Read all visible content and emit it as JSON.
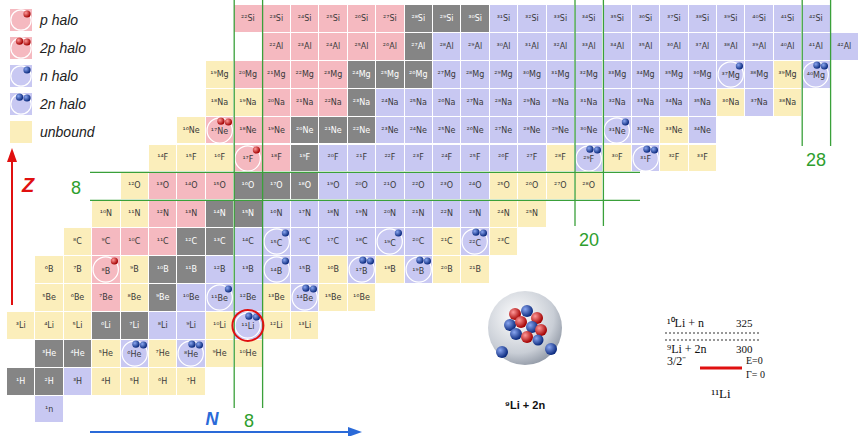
{
  "diagram": {
    "nodes": [
      {
        "text": [
          "²²Si"
        ]
      },
      {
        "text": [
          "²³Si"
        ]
      },
      {
        "text": [
          "²⁴Si"
        ]
      },
      {
        "text": [
          "²⁵Si"
        ]
      },
      {
        "text": [
          "²⁶Si"
        ]
      },
      {
        "text": [
          "²⁷Si"
        ]
      },
      {
        "text": [
          "²⁸Si"
        ]
      },
      {
        "text": [
          "²⁹Si"
        ]
      },
      {
        "text": [
          "³⁰Si"
        ]
      },
      {
        "text": [
          "³¹Si"
        ]
      },
      {
        "text": [
          "³²Si"
        ]
      },
      {
        "text": [
          "³³Si"
        ]
      },
      {
        "text": [
          "³⁴Si"
        ]
      },
      {
        "text": [
          "³⁵Si"
        ]
      },
      {
        "text": [
          "³⁶Si"
        ]
      },
      {
        "text": [
          "³⁷Si"
        ]
      },
      {
        "text": [
          "³⁸Si"
        ]
      },
      {
        "text": [
          "³⁹Si"
        ]
      },
      {
        "text": [
          "⁴⁰Si"
        ]
      },
      {
        "text": [
          "⁴¹Si"
        ]
      },
      {
        "text": [
          "⁴²Si"
        ]
      },
      {
        "text": [
          "²²Al"
        ]
      },
      {
        "text": [
          "²³Al"
        ]
      },
      {
        "text": [
          "²⁴Al"
        ]
      },
      {
        "text": [
          "²⁵Al"
        ]
      },
      {
        "text": [
          "²⁶Al"
        ]
      },
      {
        "text": [
          "²⁷Al"
        ]
      },
      {
        "text": [
          "²⁸Al"
        ]
      },
      {
        "text": [
          "²⁹Al"
        ]
      },
      {
        "text": [
          "³⁰Al"
        ]
      },
      {
        "text": [
          "³¹Al"
        ]
      },
      {
        "text": [
          "³²Al"
        ]
      },
      {
        "text": [
          "³³Al"
        ]
      },
      {
        "text": [
          "³⁴Al"
        ]
      },
      {
        "text": [
          "³⁵Al"
        ]
      },
      {
        "text": [
          "³⁶Al"
        ]
      },
      {
        "text": [
          "³⁷Al"
        ]
      },
      {
        "text": [
          "³⁸Al"
        ]
      },
      {
        "text": [
          "³⁹Al"
        ]
      },
      {
        "text": [
          "⁴⁰Al"
        ]
      },
      {
        "text": [
          "⁴¹Al"
        ]
      },
      {
        "text": [
          "⁴²Al"
        ]
      },
      {
        "text": [
          "¹⁹Mg"
        ]
      },
      {
        "text": [
          "²⁰Mg"
        ]
      },
      {
        "text": [
          "²¹Mg"
        ]
      },
      {
        "text": [
          "²²Mg"
        ]
      },
      {
        "text": [
          "²³Mg"
        ]
      },
      {
        "text": [
          "²⁴Mg"
        ]
      },
      {
        "text": [
          "²⁵Mg"
        ]
      },
      {
        "text": [
          "²⁶Mg"
        ]
      },
      {
        "text": [
          "²⁷Mg"
        ]
      },
      {
        "text": [
          "²⁸Mg"
        ]
      },
      {
        "text": [
          "²⁹Mg"
        ]
      },
      {
        "text": [
          "³⁰Mg"
        ]
      },
      {
        "text": [
          "³¹Mg"
        ]
      },
      {
        "text": [
          "³²Mg"
        ]
      },
      {
        "text": [
          "³³Mg"
        ]
      },
      {
        "text": [
          "³⁴Mg"
        ]
      },
      {
        "text": [
          "³⁵Mg"
        ]
      },
      {
        "text": [
          "³⁶Mg"
        ]
      },
      {
        "text": [
          "³⁷Mg"
        ]
      },
      {
        "text": [
          "³⁸Mg"
        ]
      },
      {
        "text": [
          "³⁹Mg"
        ]
      },
      {
        "text": [
          "⁴⁰Mg"
        ]
      },
      {
        "text": [
          "¹⁸Na"
        ]
      },
      {
        "text": [
          "¹⁹Na"
        ]
      },
      {
        "text": [
          "²⁰Na"
        ]
      },
      {
        "text": [
          "²¹Na"
        ]
      },
      {
        "text": [
          "²²Na"
        ]
      },
      {
        "text": [
          "²³Na"
        ]
      },
      {
        "text": [
          "²⁴Na"
        ]
      },
      {
        "text": [
          "²⁵Na"
        ]
      },
      {
        "text": [
          "²⁶Na"
        ]
      },
      {
        "text": [
          "²⁷Na"
        ]
      },
      {
        "text": [
          "²⁸Na"
        ]
      },
      {
        "text": [
          "²⁹Na"
        ]
      },
      {
        "text": [
          "³⁰Na"
        ]
      },
      {
        "text": [
          "³¹Na"
        ]
      },
      {
        "text": [
          "³²Na"
        ]
      },
      {
        "text": [
          "³³Na"
        ]
      },
      {
        "text": [
          "³⁴Na"
        ]
      },
      {
        "text": [
          "³⁵Na"
        ]
      },
      {
        "text": [
          "³⁶Na"
        ]
      },
      {
        "text": [
          "³⁷Na"
        ]
      },
      {
        "text": [
          "³⁸Na"
        ]
      },
      {
        "text": [
          "¹⁶Ne"
        ]
      },
      {
        "text": [
          "¹⁷Ne"
        ]
      },
      {
        "text": [
          "¹⁸Ne"
        ]
      },
      {
        "text": [
          "¹⁹Ne"
        ]
      },
      {
        "text": [
          "²⁰Ne"
        ]
      },
      {
        "text": [
          "²¹Ne"
        ]
      },
      {
        "text": [
          "²²Ne"
        ]
      },
      {
        "text": [
          "²³Ne"
        ]
      },
      {
        "text": [
          "²⁴Ne"
        ]
      },
      {
        "text": [
          "²⁵Ne"
        ]
      },
      {
        "text": [
          "²⁶Ne"
        ]
      },
      {
        "text": [
          "²⁷Ne"
        ]
      },
      {
        "text": [
          "²⁸Ne"
        ]
      },
      {
        "text": [
          "²⁹Ne"
        ]
      },
      {
        "text": [
          "³⁰Ne"
        ]
      },
      {
        "text": [
          "³¹Ne"
        ]
      },
      {
        "text": [
          "³²Ne"
        ]
      },
      {
        "text": [
          "³³Ne"
        ]
      },
      {
        "text": [
          "³⁴Ne"
        ]
      },
      {
        "text": [
          "¹⁴F"
        ]
      },
      {
        "text": [
          "¹⁵F"
        ]
      },
      {
        "text": [
          "¹⁶F"
        ]
      },
      {
        "text": [
          "¹⁷F"
        ]
      },
      {
        "text": [
          "¹⁸F"
        ]
      },
      {
        "text": [
          "¹⁹F"
        ]
      },
      {
        "text": [
          "²⁰F"
        ]
      },
      {
        "text": [
          "²¹F"
        ]
      },
      {
        "text": [
          "²²F"
        ]
      },
      {
        "text": [
          "²³F"
        ]
      },
      {
        "text": [
          "²⁴F"
        ]
      },
      {
        "text": [
          "²⁵F"
        ]
      },
      {
        "text": [
          "²⁶F"
        ]
      },
      {
        "text": [
          "²⁷F"
        ]
      },
      {
        "text": [
          "²⁸F"
        ]
      },
      {
        "text": [
          "²⁹F"
        ]
      },
      {
        "text": [
          "³⁰F"
        ]
      },
      {
        "text": [
          "³¹F"
        ]
      },
      {
        "text": [
          "³²F"
        ]
      },
      {
        "text": [
          "³³F"
        ]
      },
      {
        "text": [
          "¹²O"
        ]
      },
      {
        "text": [
          "¹³O"
        ]
      },
      {
        "text": [
          "¹⁴O"
        ]
      },
      {
        "text": [
          "¹⁵O"
        ]
      },
      {
        "text": [
          "¹⁶O"
        ]
      },
      {
        "text": [
          "¹⁷O"
        ]
      },
      {
        "text": [
          "¹⁸O"
        ]
      },
      {
        "text": [
          "¹⁹O"
        ]
      },
      {
        "text": [
          "²⁰O"
        ]
      },
      {
        "text": [
          "²¹O"
        ]
      },
      {
        "text": [
          "²²O"
        ]
      },
      {
        "text": [
          "²³O"
        ]
      },
      {
        "text": [
          "²⁴O"
        ]
      },
      {
        "text": [
          "²⁵O"
        ]
      },
      {
        "text": [
          "²⁶O"
        ]
      },
      {
        "text": [
          "²⁷O"
        ]
      },
      {
        "text": [
          "²⁸O"
        ]
      },
      {
        "text": [
          "¹⁰N"
        ]
      },
      {
        "text": [
          "¹¹N"
        ]
      },
      {
        "text": [
          "¹²N"
        ]
      },
      {
        "text": [
          "¹³N"
        ]
      },
      {
        "text": [
          "¹⁴N"
        ]
      },
      {
        "text": [
          "¹⁵N"
        ]
      },
      {
        "text": [
          "¹⁶N"
        ]
      },
      {
        "text": [
          "¹⁷N"
        ]
      },
      {
        "text": [
          "¹⁸N"
        ]
      },
      {
        "text": [
          "¹⁹N"
        ]
      },
      {
        "text": [
          "²⁰N"
        ]
      },
      {
        "text": [
          "²¹N"
        ]
      },
      {
        "text": [
          "²²N"
        ]
      },
      {
        "text": [
          "²³N"
        ]
      },
      {
        "text": [
          "²⁴N"
        ]
      },
      {
        "text": [
          "²⁵N"
        ]
      },
      {
        "text": [
          "⁸C"
        ]
      },
      {
        "text": [
          "⁹C"
        ]
      },
      {
        "text": [
          "¹⁰C"
        ]
      },
      {
        "text": [
          "¹¹C"
        ]
      },
      {
        "text": [
          "¹²C"
        ]
      },
      {
        "text": [
          "¹³C"
        ]
      },
      {
        "text": [
          "¹⁴C"
        ]
      },
      {
        "text": [
          "¹⁵C"
        ]
      },
      {
        "text": [
          "¹⁶C"
        ]
      },
      {
        "text": [
          "¹⁷C"
        ]
      },
      {
        "text": [
          "¹⁸C"
        ]
      },
      {
        "text": [
          "¹⁹C"
        ]
      },
      {
        "text": [
          "²⁰C"
        ]
      },
      {
        "text": [
          "²¹C"
        ]
      },
      {
        "text": [
          "²²C"
        ]
      },
      {
        "text": [
          "²³C"
        ]
      },
      {
        "text": [
          "⁶B"
        ]
      },
      {
        "text": [
          "⁷B"
        ]
      },
      {
        "text": [
          "⁸B"
        ]
      },
      {
        "text": [
          "⁹B"
        ]
      },
      {
        "text": [
          "¹⁰B"
        ]
      },
      {
        "text": [
          "¹¹B"
        ]
      },
      {
        "text": [
          "¹²B"
        ]
      },
      {
        "text": [
          "¹³B"
        ]
      },
      {
        "text": [
          "¹⁴B"
        ]
      },
      {
        "text": [
          "¹⁵B"
        ]
      },
      {
        "text": [
          "¹⁶B"
        ]
      },
      {
        "text": [
          "¹⁷B"
        ]
      },
      {
        "text": [
          "¹⁸B"
        ]
      },
      {
        "text": [
          "¹⁹B"
        ]
      },
      {
        "text": [
          "²⁰B"
        ]
      },
      {
        "text": [
          "²¹B"
        ]
      },
      {
        "text": [
          "⁵Be"
        ]
      },
      {
        "text": [
          "⁶Be"
        ]
      },
      {
        "text": [
          "⁷Be"
        ]
      },
      {
        "text": [
          "⁸Be"
        ]
      },
      {
        "text": [
          "⁹Be"
        ]
      },
      {
        "text": [
          "¹⁰Be"
        ]
      },
      {
        "text": [
          "¹¹Be"
        ]
      },
      {
        "text": [
          "¹²Be"
        ]
      },
      {
        "text": [
          "¹³Be"
        ]
      },
      {
        "text": [
          "¹⁴Be"
        ]
      },
      {
        "text": [
          "¹⁵Be"
        ]
      },
      {
        "text": [
          "¹⁶Be"
        ]
      },
      {
        "text": [
          "³Li"
        ]
      },
      {
        "text": [
          "⁴Li"
        ]
      },
      {
        "text": [
          "⁵Li"
        ]
      },
      {
        "text": [
          "⁶Li"
        ]
      },
      {
        "text": [
          "⁷Li"
        ]
      },
      {
        "text": [
          "⁸Li"
        ]
      },
      {
        "text": [
          "⁹Li"
        ]
      },
      {
        "text": [
          "¹⁰Li"
        ]
      },
      {
        "text": [
          "¹¹Li"
        ]
      },
      {
        "text": [
          "¹²Li"
        ]
      },
      {
        "text": [
          "¹³Li"
        ]
      },
      {
        "text": [
          "³He"
        ]
      },
      {
        "text": [
          "⁴He"
        ]
      },
      {
        "text": [
          "⁵He"
        ]
      },
      {
        "text": [
          "⁶He"
        ]
      },
      {
        "text": [
          "⁷He"
        ]
      },
      {
        "text": [
          "⁸He"
        ]
      },
      {
        "text": [
          "⁹He"
        ]
      },
      {
        "text": [
          "¹⁰He"
        ]
      },
      {
        "text": [
          "¹H"
        ]
      },
      {
        "text": [
          "²H"
        ]
      },
      {
        "text": [
          "³H"
        ]
      },
      {
        "text": [
          "⁴H"
        ]
      },
      {
        "text": [
          "⁵H"
        ]
      },
      {
        "text": [
          "⁶H"
        ]
      },
      {
        "text": [
          "⁷H"
        ]
      },
      {
        "text": [
          "¹n"
        ]
      }
    ],
    "labels": [
      "Z",
      "8",
      "N",
      "8",
      "20",
      "28",
      "⁹Li + 2n",
      "¹⁰Li + n",
      "325",
      "⁹Li + 2n",
      "300",
      "3/2⁻",
      "E=0",
      "Γ= 0",
      "¹¹Li"
    ],
    "legend": [
      {
        "text": "p halo",
        "color": "#f5b9c0"
      },
      {
        "text": "2p halo",
        "color": "#f5b9c0"
      },
      {
        "text": "n halo",
        "color": "#c8c8f2"
      },
      {
        "text": "2n halo",
        "color": "#c8c8f2"
      },
      {
        "text": "unbound",
        "color": "#fbeebb"
      }
    ]
  }
}
